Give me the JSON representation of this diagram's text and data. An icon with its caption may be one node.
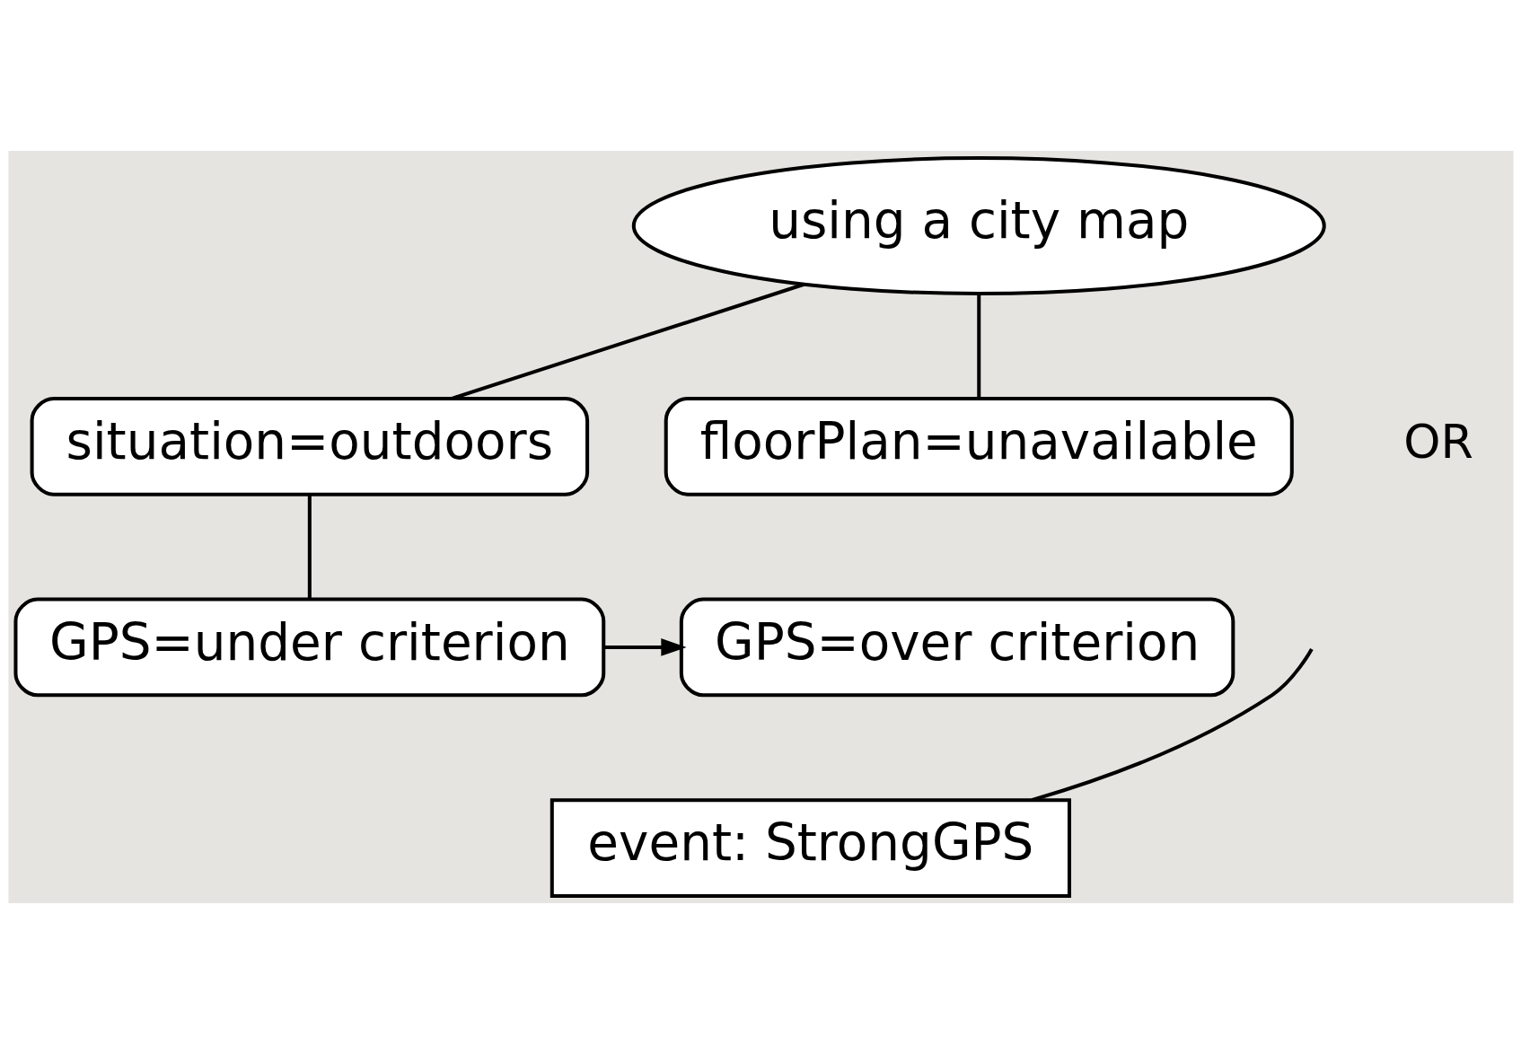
{
  "diagram": {
    "nodes": [
      {
        "text": [
          "using a city map"
        ]
      },
      {
        "text": [
          "situation=outdoors"
        ]
      },
      {
        "text": [
          "floorPlan=unavailable"
        ]
      },
      {
        "text": [
          "GPS=under criterion"
        ]
      },
      {
        "text": [
          "GPS=over criterion"
        ]
      },
      {
        "text": [
          "event: StrongGPS"
        ]
      }
    ],
    "edges": [
      {
        "from": 0,
        "to": 1,
        "arrow": "none"
      },
      {
        "from": 0,
        "to": 2,
        "arrow": "none"
      },
      {
        "from": 1,
        "to": 3,
        "arrow": "none"
      },
      {
        "from": 3,
        "to": 4,
        "arrow": "to"
      },
      {
        "from": 5,
        "to": null,
        "arrow": "none"
      }
    ],
    "labels": [
      "OR"
    ]
  }
}
